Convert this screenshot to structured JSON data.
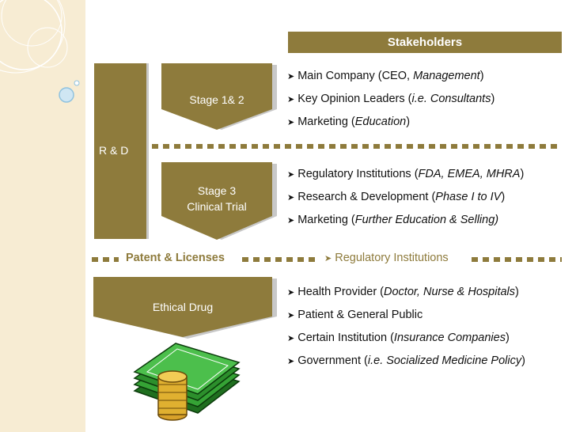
{
  "header": {
    "title": "Stakeholders"
  },
  "rd": {
    "label": "R & D"
  },
  "stage12": {
    "label": "Stage 1& 2"
  },
  "stage3": {
    "line1": "Stage 3",
    "line2": "Clinical Trial"
  },
  "ethical": {
    "label": "Ethical Drug"
  },
  "group1": [
    {
      "text": "Main Company (CEO, ",
      "em": "Management",
      "end": ")"
    },
    {
      "text": "Key Opinion Leaders (",
      "em": "i.e. Consultants",
      "end": ")"
    },
    {
      "text": "Marketing (",
      "em": "Education",
      "end": ")"
    }
  ],
  "group2": [
    {
      "text": "Regulatory Institutions (",
      "em": "FDA, EMEA, MHRA",
      "end": ")"
    },
    {
      "text": "Research & Development (",
      "em": "Phase I to IV",
      "end": ")"
    },
    {
      "text": "Marketing (",
      "em": "Further Education & Selling)",
      "end": ""
    }
  ],
  "middle": {
    "patent": "Patent & Licenses",
    "regulatory": "Regulatory Institutions"
  },
  "group3": [
    {
      "text": "Health Provider (",
      "em": "Doctor, Nurse & Hospitals",
      "end": ")"
    },
    {
      "text": "Patient & General Public",
      "em": "",
      "end": ""
    },
    {
      "text": "Certain Institution (",
      "em": "Insurance Companies",
      "end": ")"
    },
    {
      "text": "Government (",
      "em": "i.e. Socialized Medicine Policy",
      "end": ")"
    }
  ],
  "colors": {
    "accent": "#8e7b3c",
    "sidebar": "#f7ecd3"
  }
}
